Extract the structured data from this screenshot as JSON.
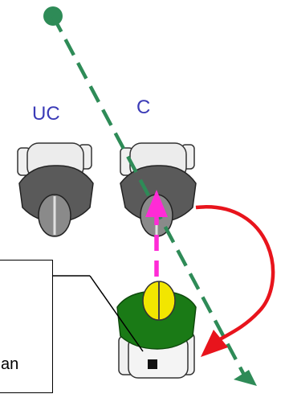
{
  "labels": {
    "uc": "UC",
    "c": "C"
  },
  "callout": {
    "text": "an"
  },
  "colors": {
    "label_blue": "#3b3bb7",
    "route_green": "#2e8b57",
    "arrow_red": "#e8141c",
    "arrow_magenta": "#ff2bd6",
    "player_green": "#1a7a16",
    "helmet_yellow": "#f2e600",
    "defender_gray": "#5a5a5a"
  },
  "icons": [
    "offensive-player-icon",
    "defender-uc-icon",
    "defender-c-icon"
  ]
}
